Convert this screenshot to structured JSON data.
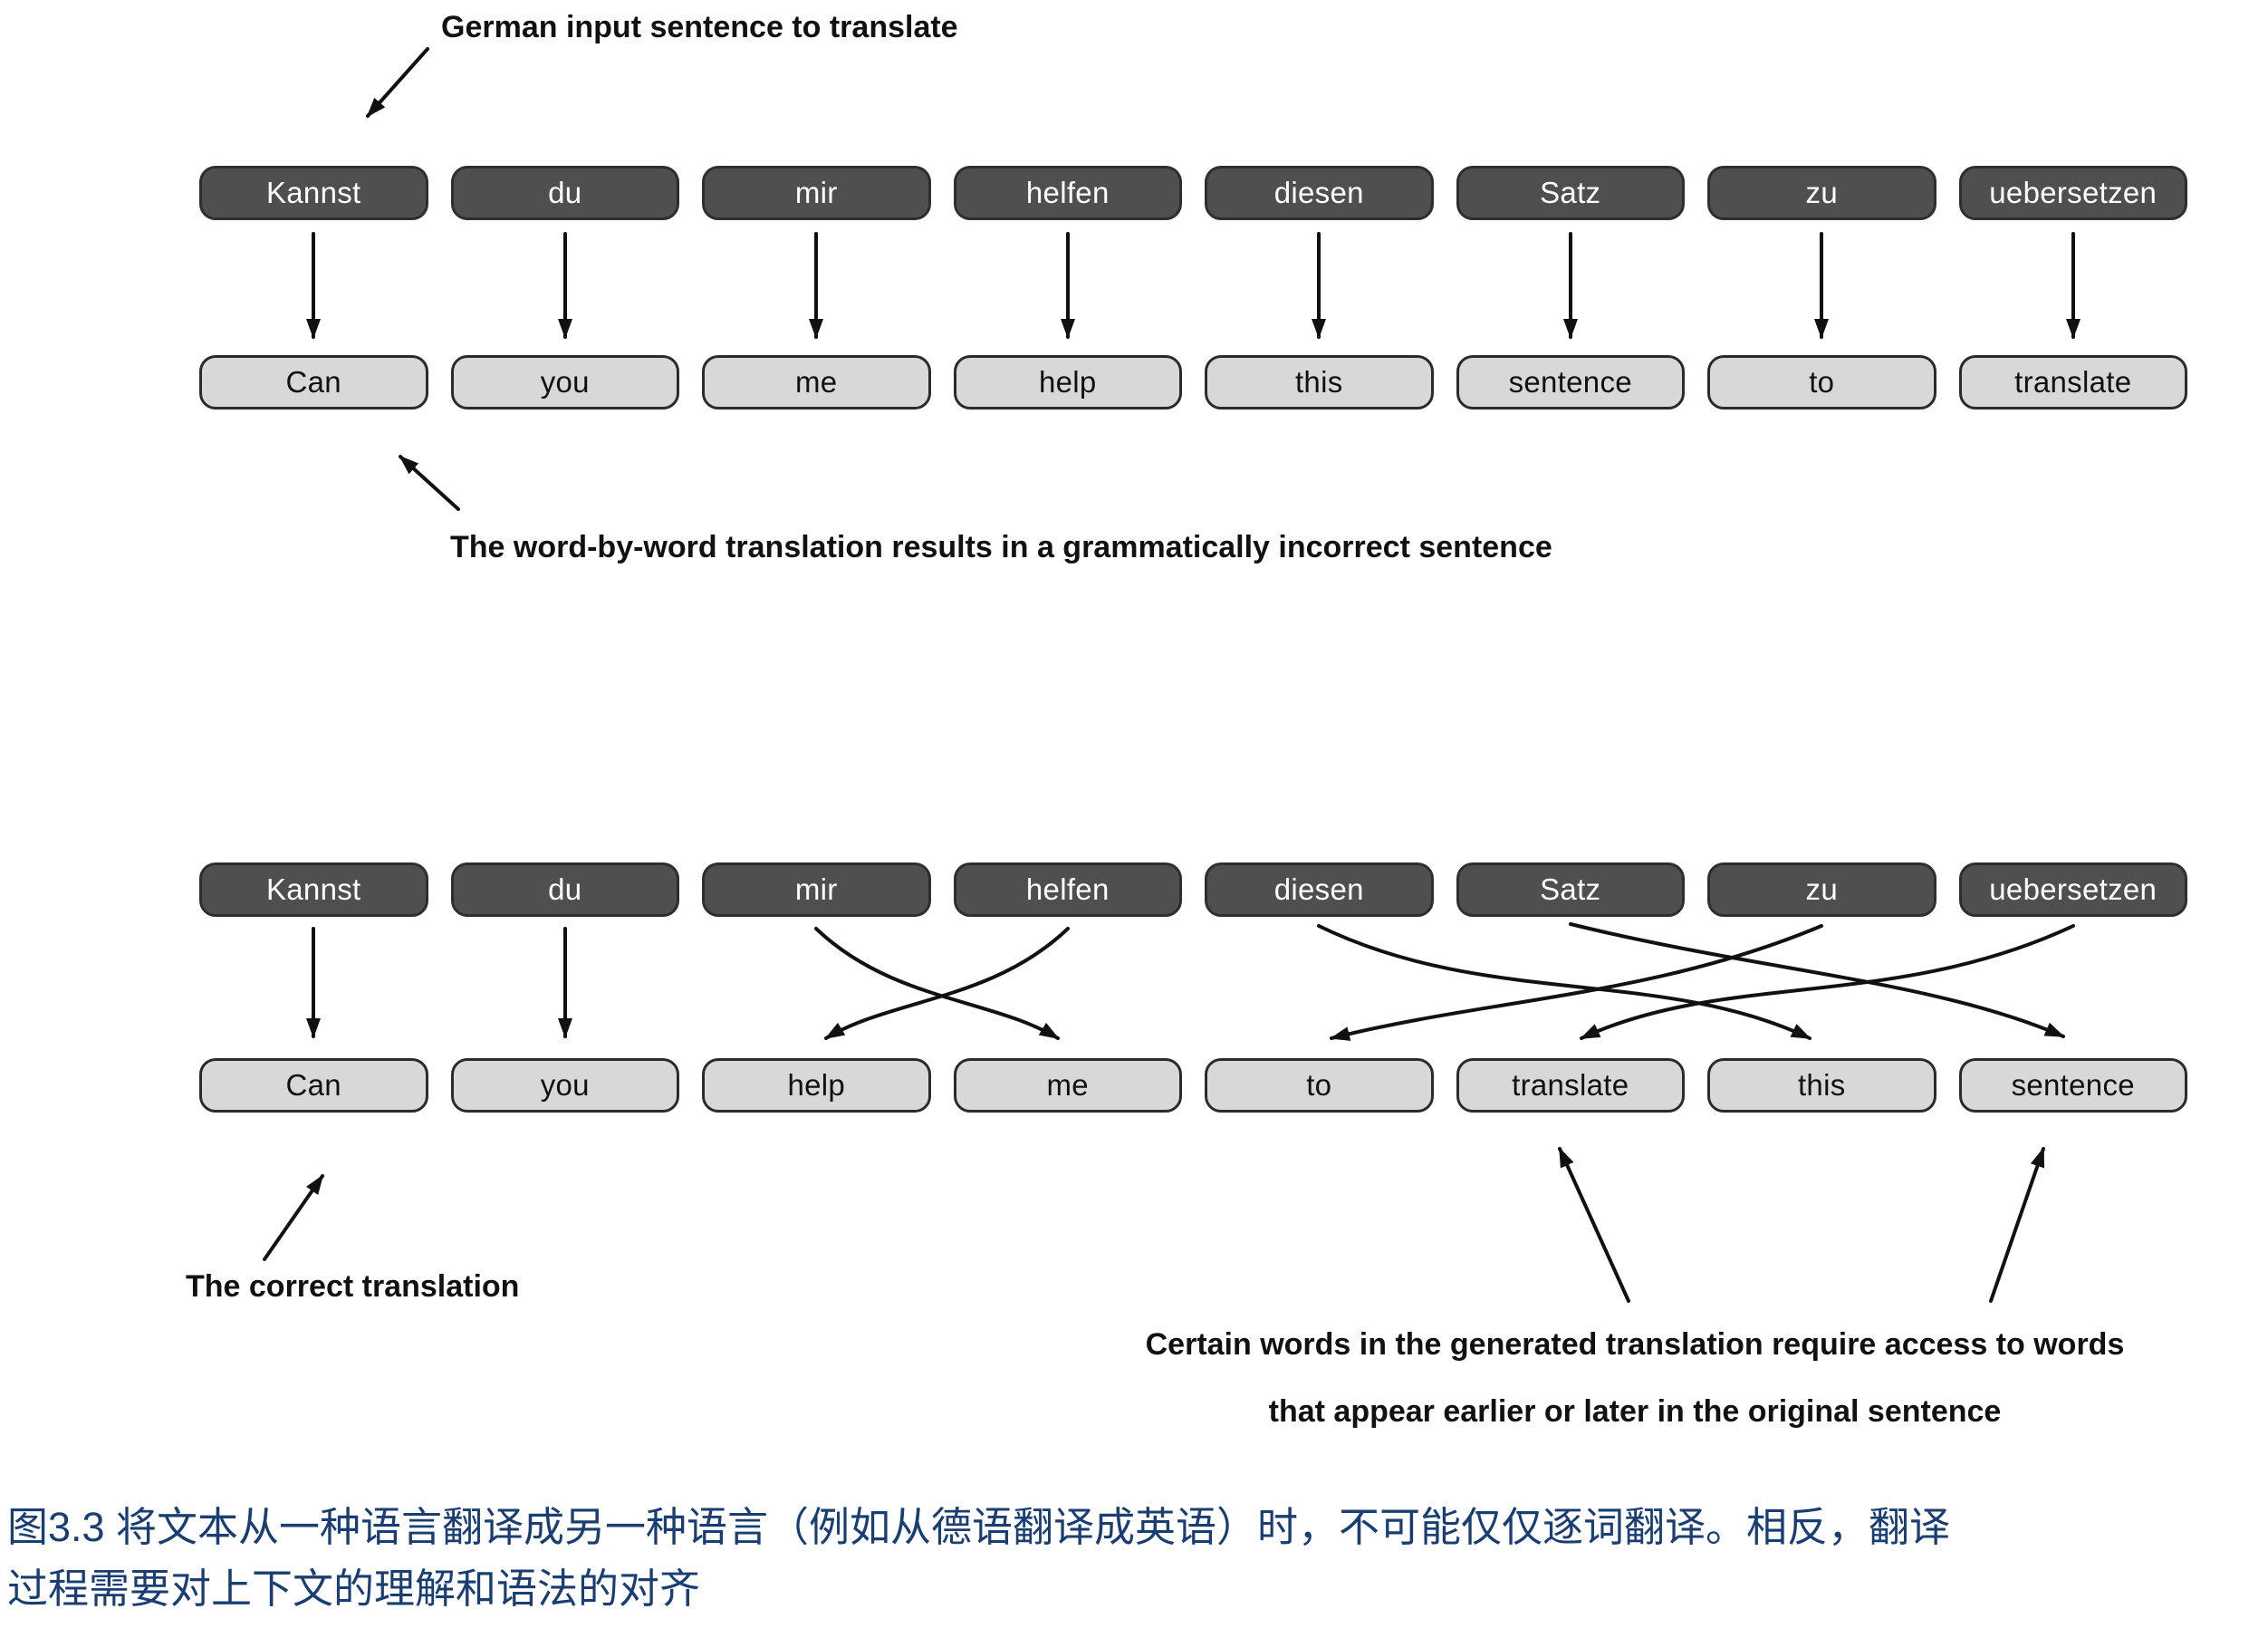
{
  "colors": {
    "dark_pill_bg": "#4f4f4f",
    "dark_pill_border": "#2e2e2e",
    "dark_pill_text": "#ffffff",
    "light_pill_bg": "#d8d8d8",
    "pill_border": "#2b2b2b",
    "arrow_color": "#111111",
    "annotation_color": "#111111",
    "caption_color": "#1a3e72"
  },
  "top_diagram": {
    "annotation_input": "German input sentence to translate",
    "german_words": [
      "Kannst",
      "du",
      "mir",
      "helfen",
      "diesen",
      "Satz",
      "zu",
      "uebersetzen"
    ],
    "english_words": [
      "Can",
      "you",
      "me",
      "help",
      "this",
      "sentence",
      "to",
      "translate"
    ],
    "annotation_incorrect": "The word-by-word translation results in a grammatically incorrect sentence"
  },
  "bottom_diagram": {
    "german_words": [
      "Kannst",
      "du",
      "mir",
      "helfen",
      "diesen",
      "Satz",
      "zu",
      "uebersetzen"
    ],
    "english_words": [
      "Can",
      "you",
      "help",
      "me",
      "to",
      "translate",
      "this",
      "sentence"
    ],
    "annotation_correct": "The correct translation",
    "annotation_context_line1": "Certain words in the generated translation require access to words",
    "annotation_context_line2": "that appear earlier or later in the original sentence"
  },
  "caption": {
    "line1": "图3.3 将文本从一种语言翻译成另一种语言（例如从德语翻译成英语）时，不可能仅仅逐词翻译。相反，翻译",
    "line2": "过程需要对上下文的理解和语法的对齐"
  }
}
